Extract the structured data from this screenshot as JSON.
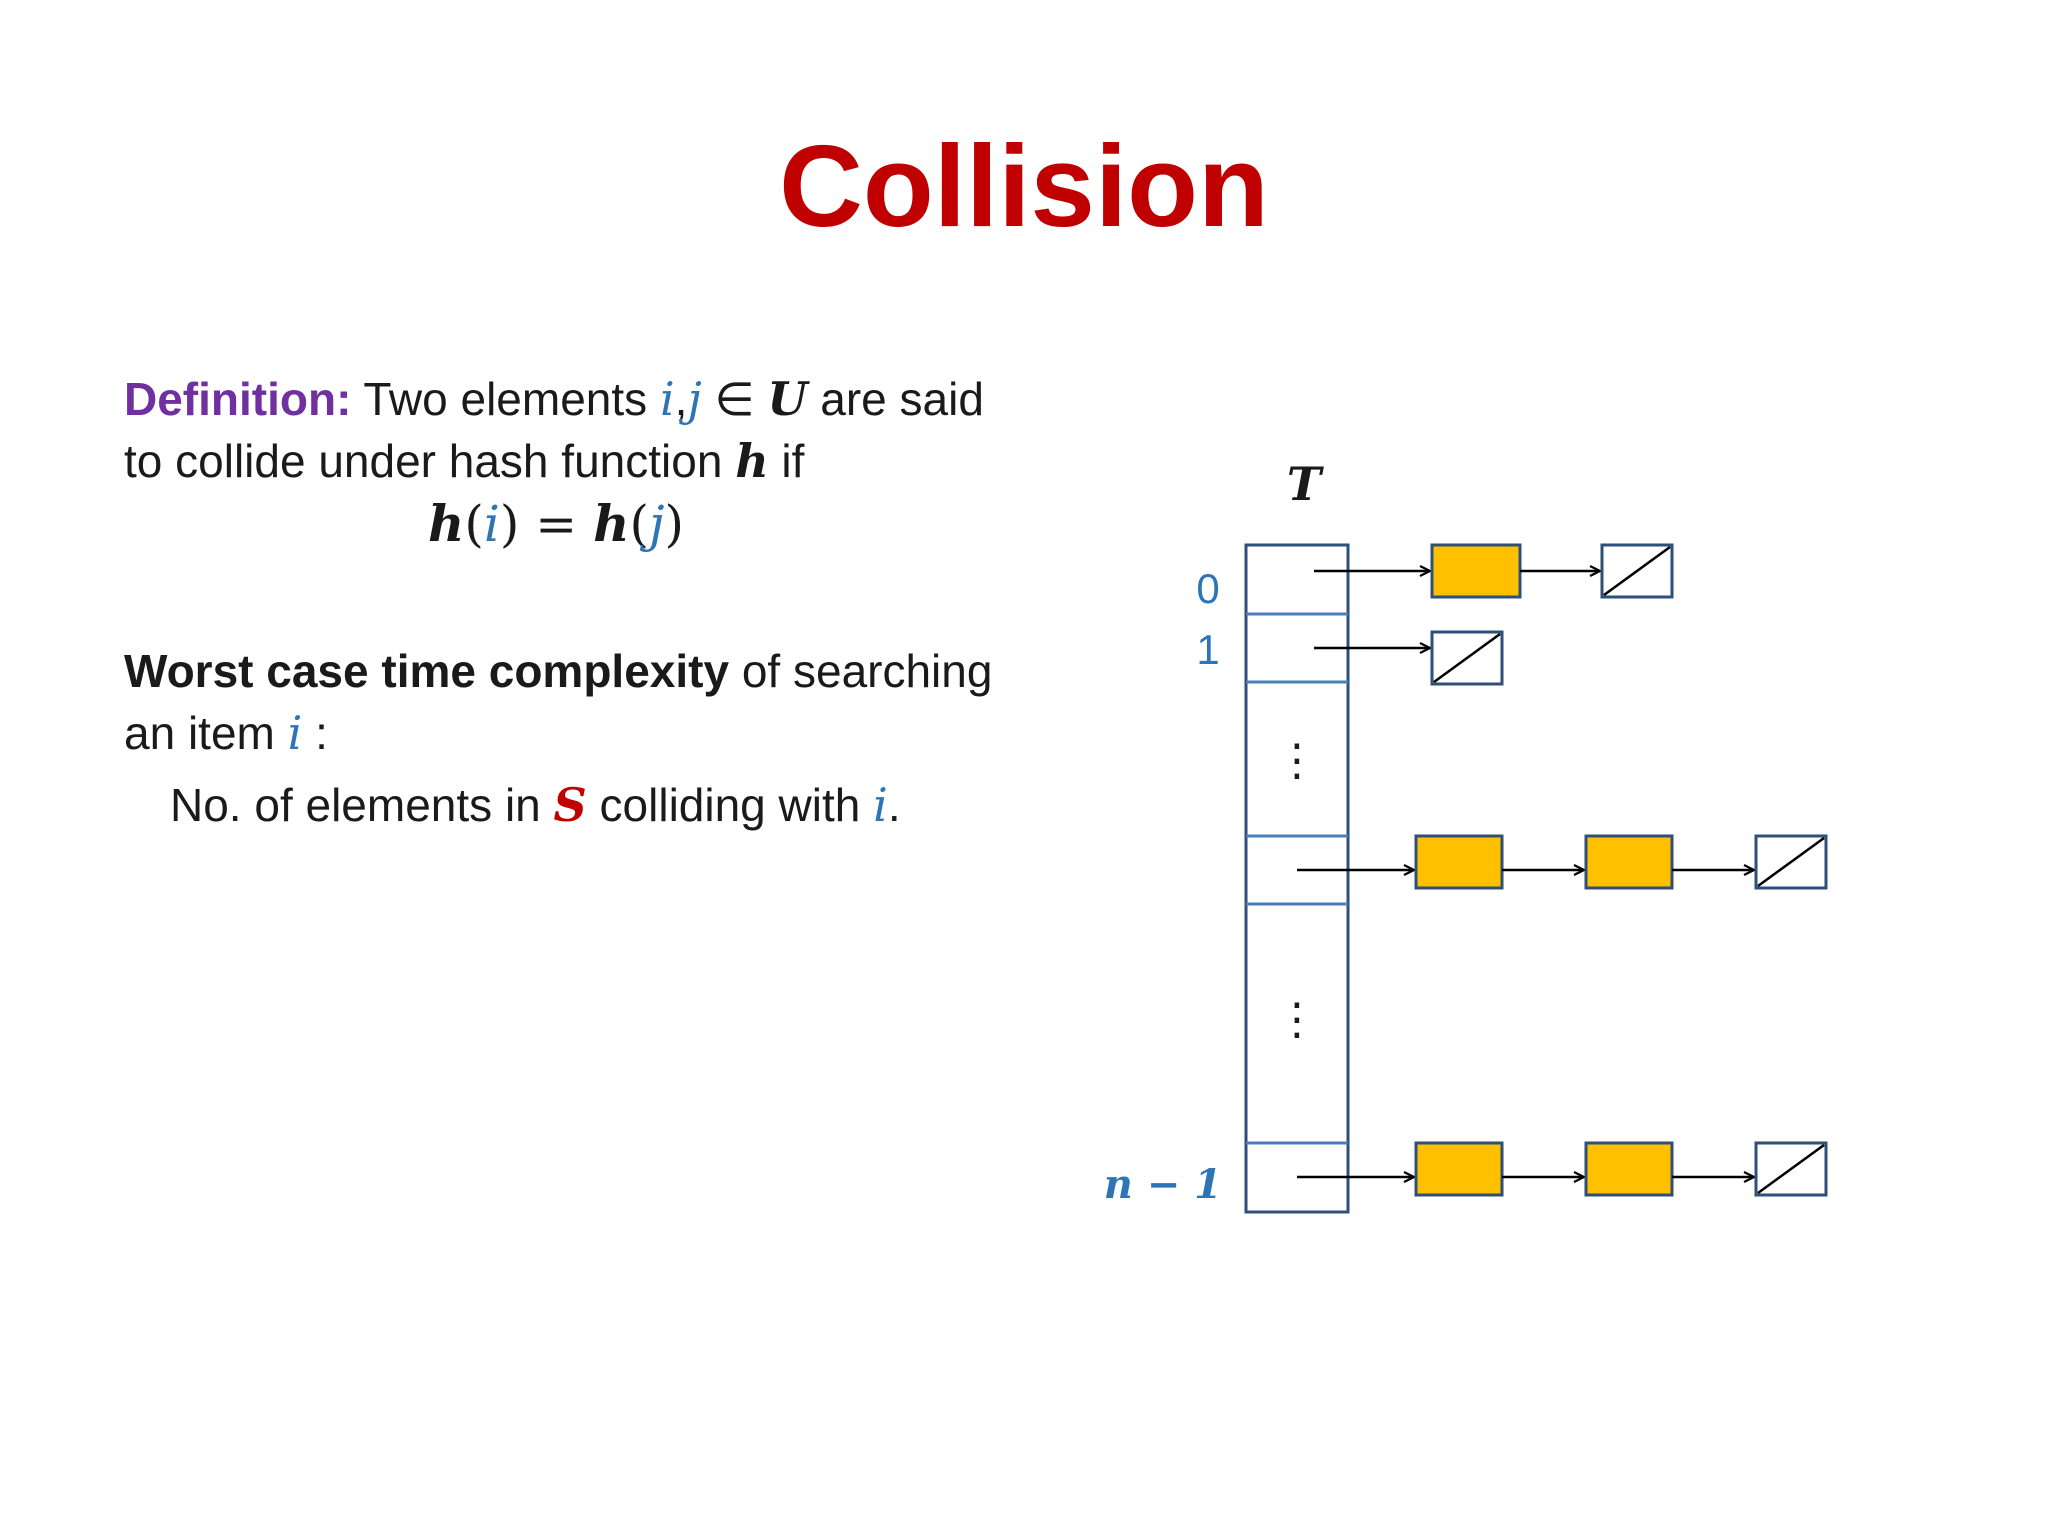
{
  "slide": {
    "title": "Collision"
  },
  "definition": {
    "label": "Definition:",
    "text_a": " Two elements ",
    "var_i": "i",
    "comma": ",",
    "var_j": "j",
    "elem_of": " ∈ ",
    "set_u": "U",
    "text_b": " are said to collide under hash function ",
    "hash_h": "h",
    "text_c": " if"
  },
  "equation": {
    "lhs_h": "h",
    "open1": "(",
    "lhs_i": "i",
    "close1": ")",
    "eq": " = ",
    "rhs_h": "h",
    "open2": "(",
    "rhs_j": "j",
    "close2": ")"
  },
  "worst_case": {
    "bold": "Worst case time complexity",
    "text_a": " of searching an item ",
    "var_i": "i",
    "text_b": " :"
  },
  "colliding": {
    "text_a": "No. of elements in ",
    "set_s": "S",
    "text_b": " colliding with ",
    "var_i": "i",
    "text_c": "."
  },
  "diagram": {
    "table_label": "T",
    "index_0": "0",
    "index_1": "1",
    "index_last": "n − 1",
    "ellipsis": "⋮"
  },
  "colors": {
    "title": "#c00000",
    "definition_label": "#7030a0",
    "math_var": "#2e75b6",
    "set_s": "#c00000",
    "node_fill": "#ffc000",
    "node_border": "#2e4f7a",
    "table_border": "#2e4f7a",
    "table_divider": "#4a7ebb",
    "index_label": "#2e75b6"
  }
}
